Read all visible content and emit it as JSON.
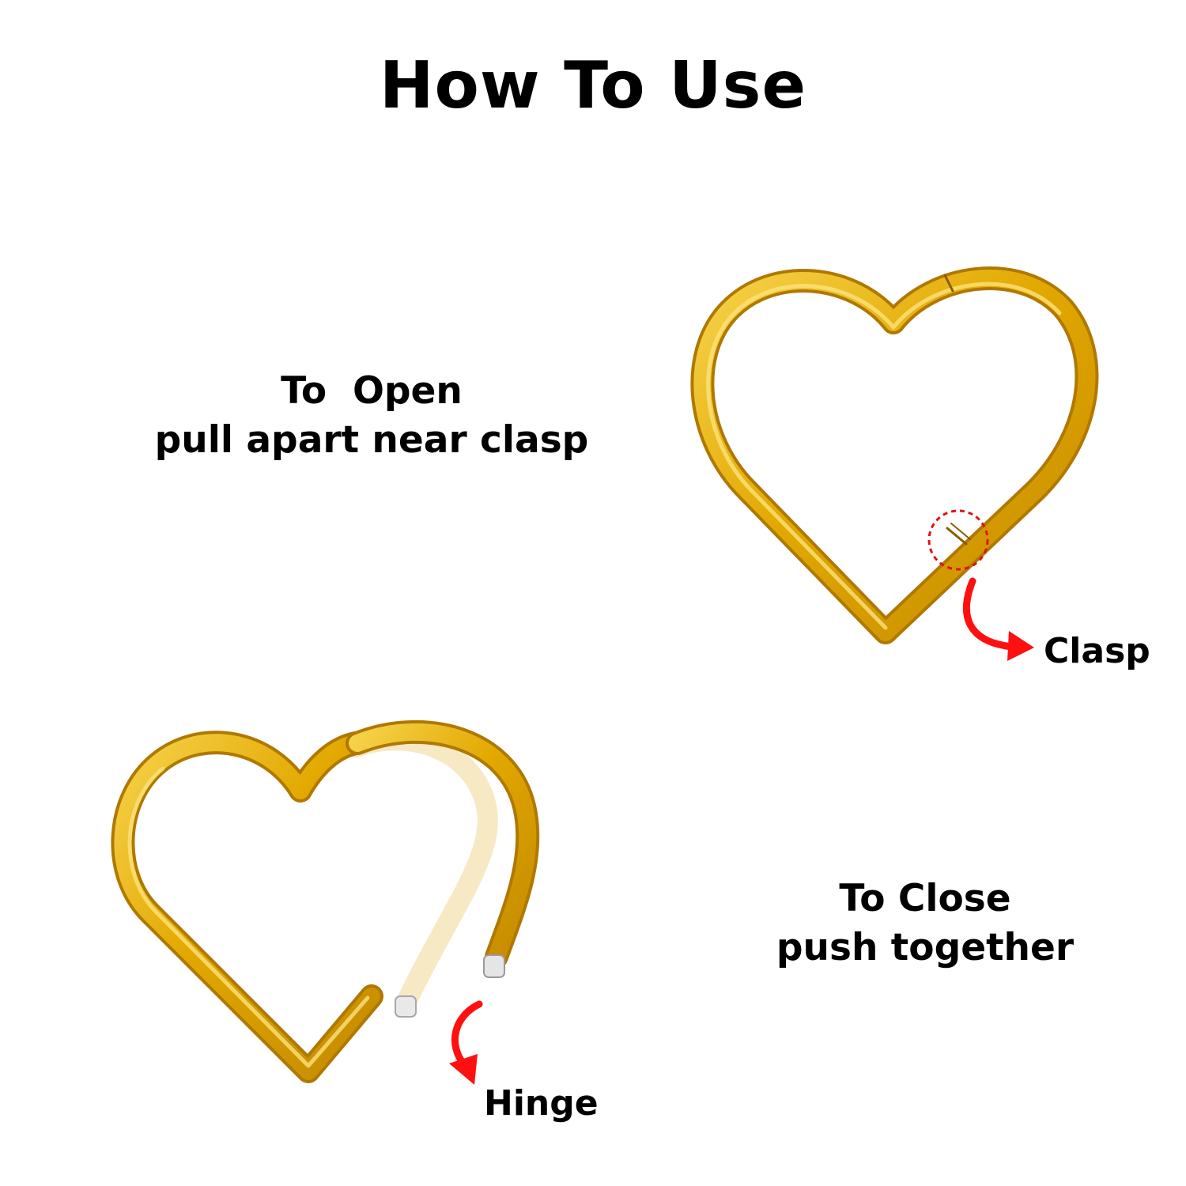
{
  "title": "How To Use",
  "open": {
    "heading": "To  Open",
    "text": "pull apart near clasp"
  },
  "close": {
    "heading": "To Close",
    "text": "push together"
  },
  "labels": {
    "clasp": "Clasp",
    "hinge": "Hinge"
  },
  "colors": {
    "gold": "#e2a800",
    "gold_light": "#f9dc55",
    "gold_dark": "#b07800",
    "arrow": "#ff1010",
    "text": "#000000"
  },
  "icons": [
    "closed-heart-ring-icon",
    "open-heart-ring-icon",
    "clasp-highlight-circle-icon",
    "curved-arrow-icon"
  ]
}
